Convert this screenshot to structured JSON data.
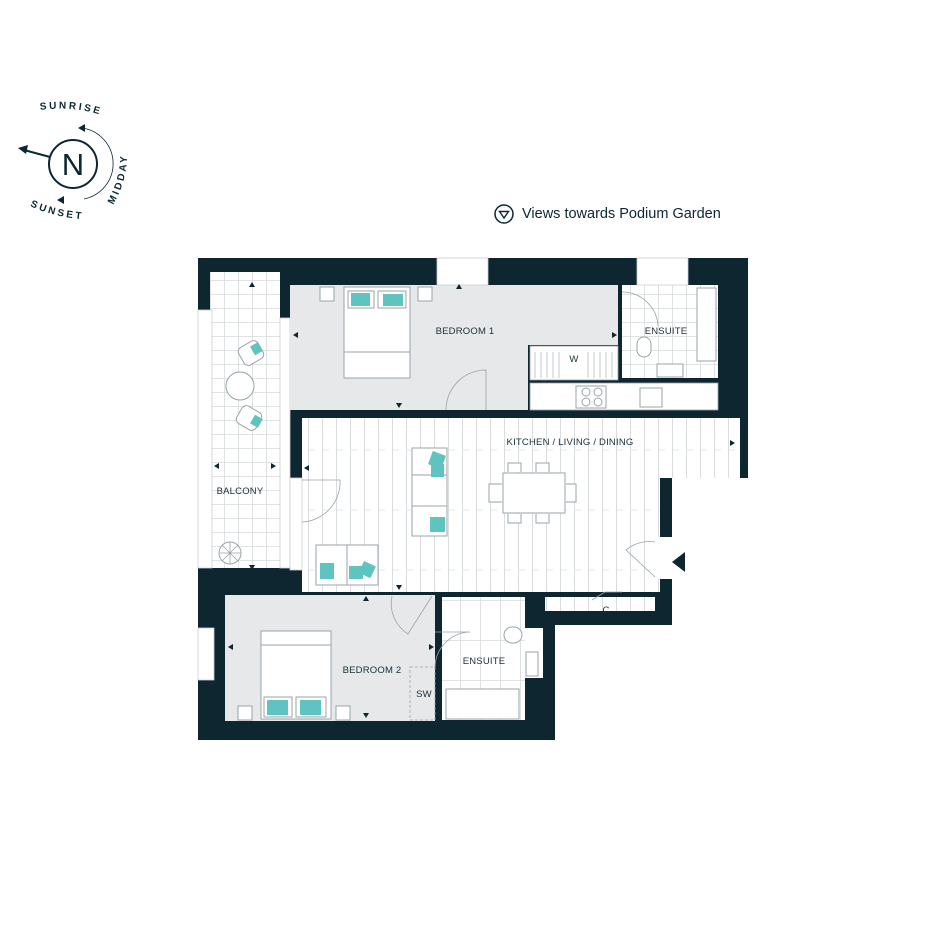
{
  "compass": {
    "north": "N",
    "sunrise": "SUNRISE",
    "midday": "MIDDAY",
    "sunset": "SUNSET"
  },
  "views": {
    "icon": "view-direction-icon",
    "text": "Views towards Podium Garden"
  },
  "rooms": {
    "bedroom1": "BEDROOM 1",
    "ensuite1": "ENSUITE",
    "wardrobe": "W",
    "kitchen": "KITCHEN / LIVING / DINING",
    "balcony": "BALCONY",
    "bedroom2": "BEDROOM 2",
    "ensuite2": "ENSUITE",
    "storage_wardrobe": "SW",
    "cupboard": "C"
  },
  "colors": {
    "wall": "#0d2630",
    "accent": "#5fc4c0",
    "room_grey": "#e6e8e9"
  }
}
